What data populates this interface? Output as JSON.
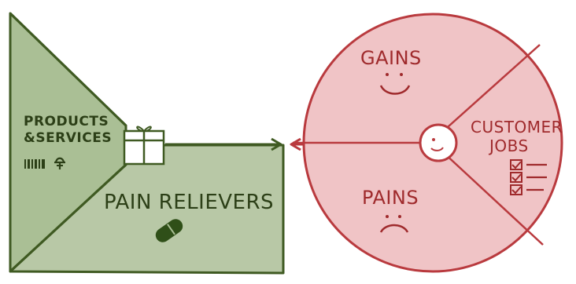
{
  "value_map": {
    "products_services": [
      "PRODUCTS",
      "&SERVICES"
    ],
    "gift_creators_label": "",
    "pain_relievers": "PAIN RELIEVERS"
  },
  "customer_profile": {
    "gains": "GAINS",
    "customer_jobs": [
      "CUSTOMER",
      "JOBS"
    ],
    "pains": "PAINS"
  },
  "colors": {
    "green_fill": "#aabf95",
    "green_stroke": "#3f5a22",
    "red_fill": "#f0c4c6",
    "red_stroke": "#b93a3e",
    "text_green": "#2c3f17",
    "text_red": "#9f2a2c"
  },
  "icons": {
    "products": [
      "barcode-icon",
      "hat-icon"
    ],
    "gift": "gift-icon",
    "pill": "pill-icon",
    "gains_face": "smile-face-icon",
    "pains_face": "sad-face-icon",
    "customer_face": "customer-face-icon",
    "jobs": "checklist-icon",
    "connection": "arrow-icon"
  }
}
